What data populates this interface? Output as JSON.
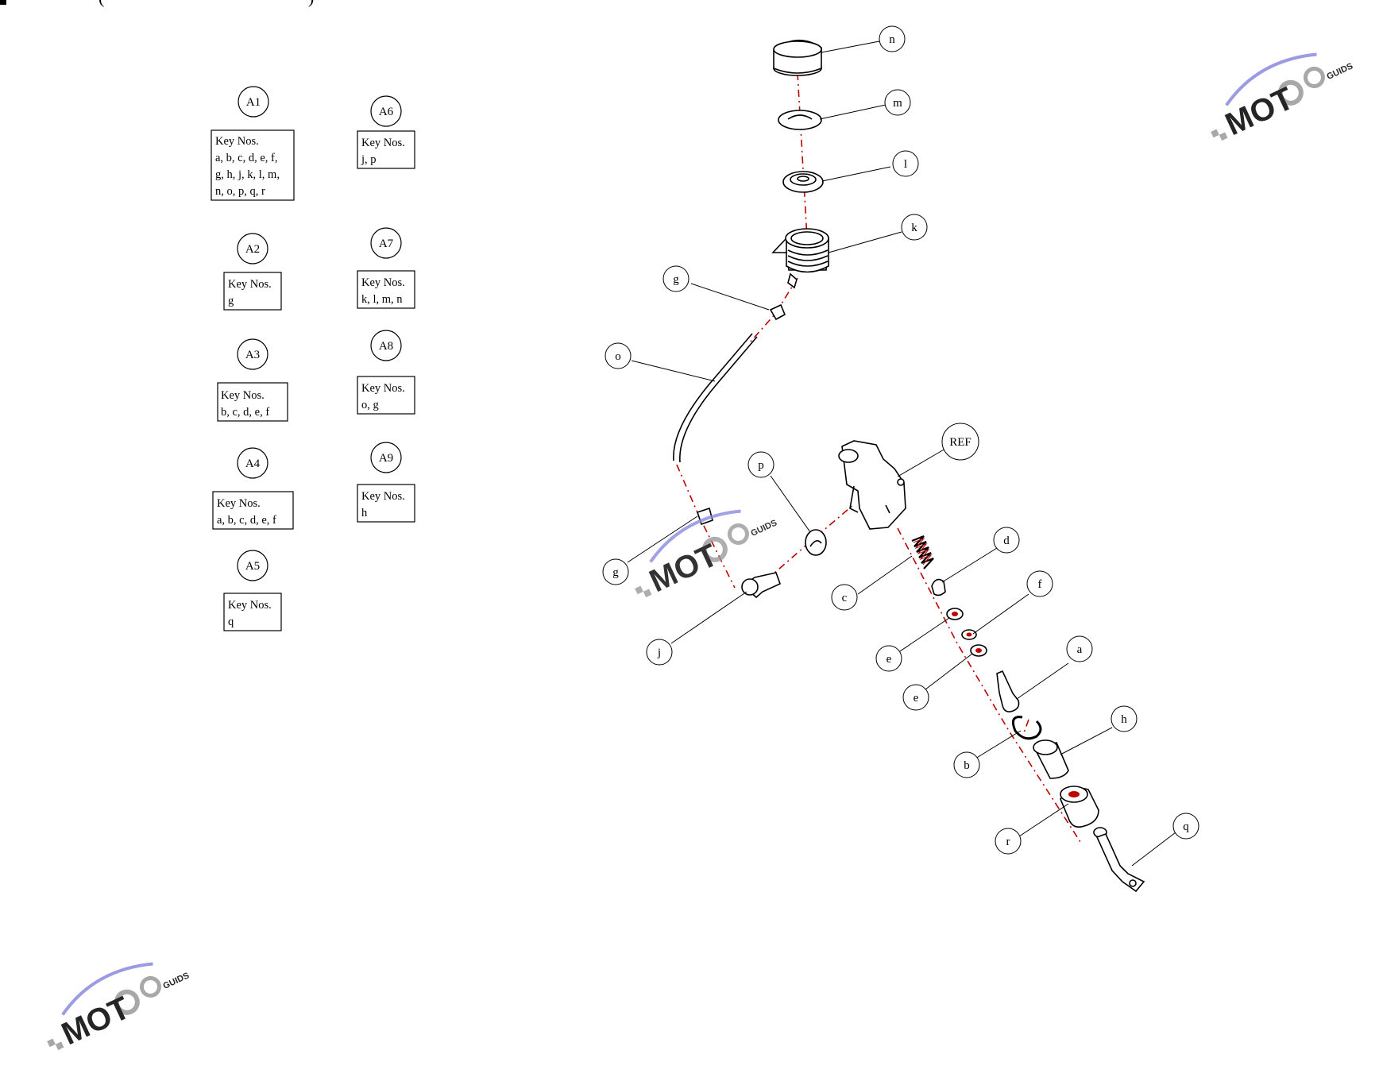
{
  "header": {
    "fragment": "(",
    "fragment_right": ")"
  },
  "kits": [
    {
      "id": "A1",
      "label": "Key Nos.",
      "lines": [
        "a, b, c, d, e, f,",
        "g, h, j, k, l, m,",
        "n, o, p, q, r"
      ]
    },
    {
      "id": "A2",
      "label": "Key Nos.",
      "lines": [
        "g"
      ]
    },
    {
      "id": "A3",
      "label": "Key Nos.",
      "lines": [
        "b, c, d, e, f"
      ]
    },
    {
      "id": "A4",
      "label": "Key Nos.",
      "lines": [
        "a, b, c, d, e, f"
      ]
    },
    {
      "id": "A5",
      "label": "Key Nos.",
      "lines": [
        "q"
      ]
    },
    {
      "id": "A6",
      "label": "Key Nos.",
      "lines": [
        "j, p"
      ]
    },
    {
      "id": "A7",
      "label": "Key Nos.",
      "lines": [
        "k, l, m, n"
      ]
    },
    {
      "id": "A8",
      "label": "Key Nos.",
      "lines": [
        "o, g"
      ]
    },
    {
      "id": "A9",
      "label": "Key Nos.",
      "lines": [
        "h"
      ]
    }
  ],
  "callouts": [
    "n",
    "m",
    "l",
    "k",
    "g",
    "o",
    "REF",
    "p",
    "d",
    "c",
    "f",
    "g",
    "e",
    "a",
    "e",
    "j",
    "h",
    "b",
    "q",
    "r"
  ],
  "watermark": {
    "logo": "MOT",
    "sub": "GUIDS",
    "colors": {
      "red": "#e05a5a",
      "gray": "#9a9a9a",
      "blue": "#8a8ae0"
    }
  }
}
